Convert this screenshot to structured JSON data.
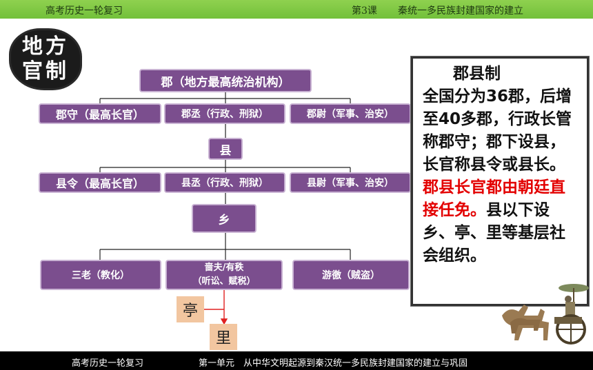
{
  "header": {
    "left": "高考历史一轮复习",
    "lesson": "第3课",
    "lesson_title": "秦统一多民族封建国家的建立"
  },
  "footer": {
    "left": "高考历史一轮复习",
    "unit": "第一单元　从中华文明起源到秦汉统一多民族封建国家的建立与巩固"
  },
  "stamp": {
    "line1": "地方",
    "line2": "官制"
  },
  "chart": {
    "jun": "郡（地方最高统治机构）",
    "junshou": "郡守（最高长官）",
    "juncheng": "郡丞（行政、刑狱）",
    "junwei": "郡尉（军事、治安）",
    "xian": "县",
    "xianling": "县令（最高长官）",
    "xiancheng": "县丞（行政、刑狱）",
    "xianwei": "县尉（军事、治安）",
    "xiang": "乡",
    "sanlao": "三老（教化）",
    "sefu_line1": "啬夫/有秩",
    "sefu_line2": "（听讼、赋税）",
    "youjiao": "游徼（贼盗）",
    "ting": "亭",
    "li": "里"
  },
  "note": {
    "title": "郡县制",
    "p1": "全国分为36郡，后增至40多郡，行政长管称郡守；郡下设县，长官称县令或县长。",
    "p2_red": "郡县长官都由朝廷直接任免。",
    "p3": "县以下设乡、亭、里等基层社会组织。"
  },
  "colors": {
    "box_fill": "#7b4e8e",
    "tan_fill": "#f2c6a0",
    "header_bar": "#7cc644",
    "highlight_red": "#e30000"
  },
  "icons": [
    "terracotta-chariot-icon"
  ]
}
